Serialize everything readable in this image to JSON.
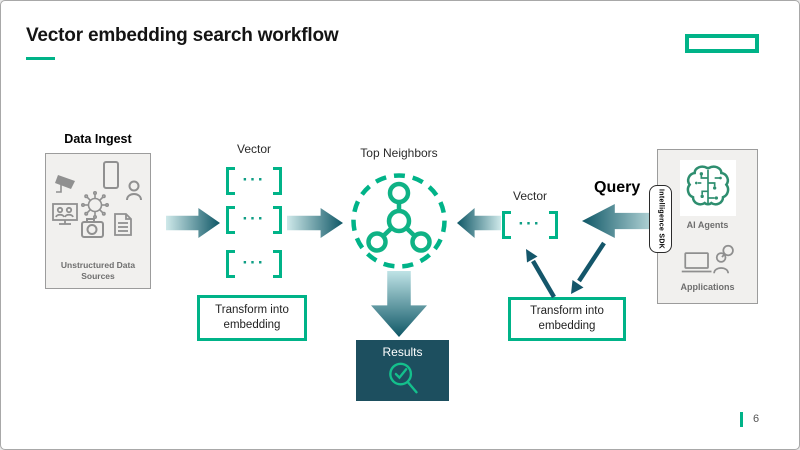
{
  "slide": {
    "title": "Vector embedding search workflow",
    "page_number": "6"
  },
  "colors": {
    "accent_green": "#00b388",
    "teal_dark": "#12566a",
    "teal_light": "#cfe9ea",
    "results_bg": "#1d4f5f",
    "panel_bg": "#f1f0ee",
    "icon_gray": "#8f8f8f"
  },
  "diagram": {
    "data_ingest": {
      "label": "Data Ingest",
      "caption": "Unstructured Data Sources"
    },
    "vector_left": {
      "label": "Vector",
      "dots": "···"
    },
    "transform_left": {
      "label": "Transform into embedding"
    },
    "top_neighbors": {
      "label": "Top Neighbors"
    },
    "results": {
      "label": "Results"
    },
    "vector_right": {
      "label": "Vector",
      "dots": "···"
    },
    "query": {
      "label": "Query"
    },
    "sdk": {
      "label": "Intelligence SDK"
    },
    "endpoints": {
      "ai_agents": "AI Agents",
      "applications": "Applications"
    }
  }
}
